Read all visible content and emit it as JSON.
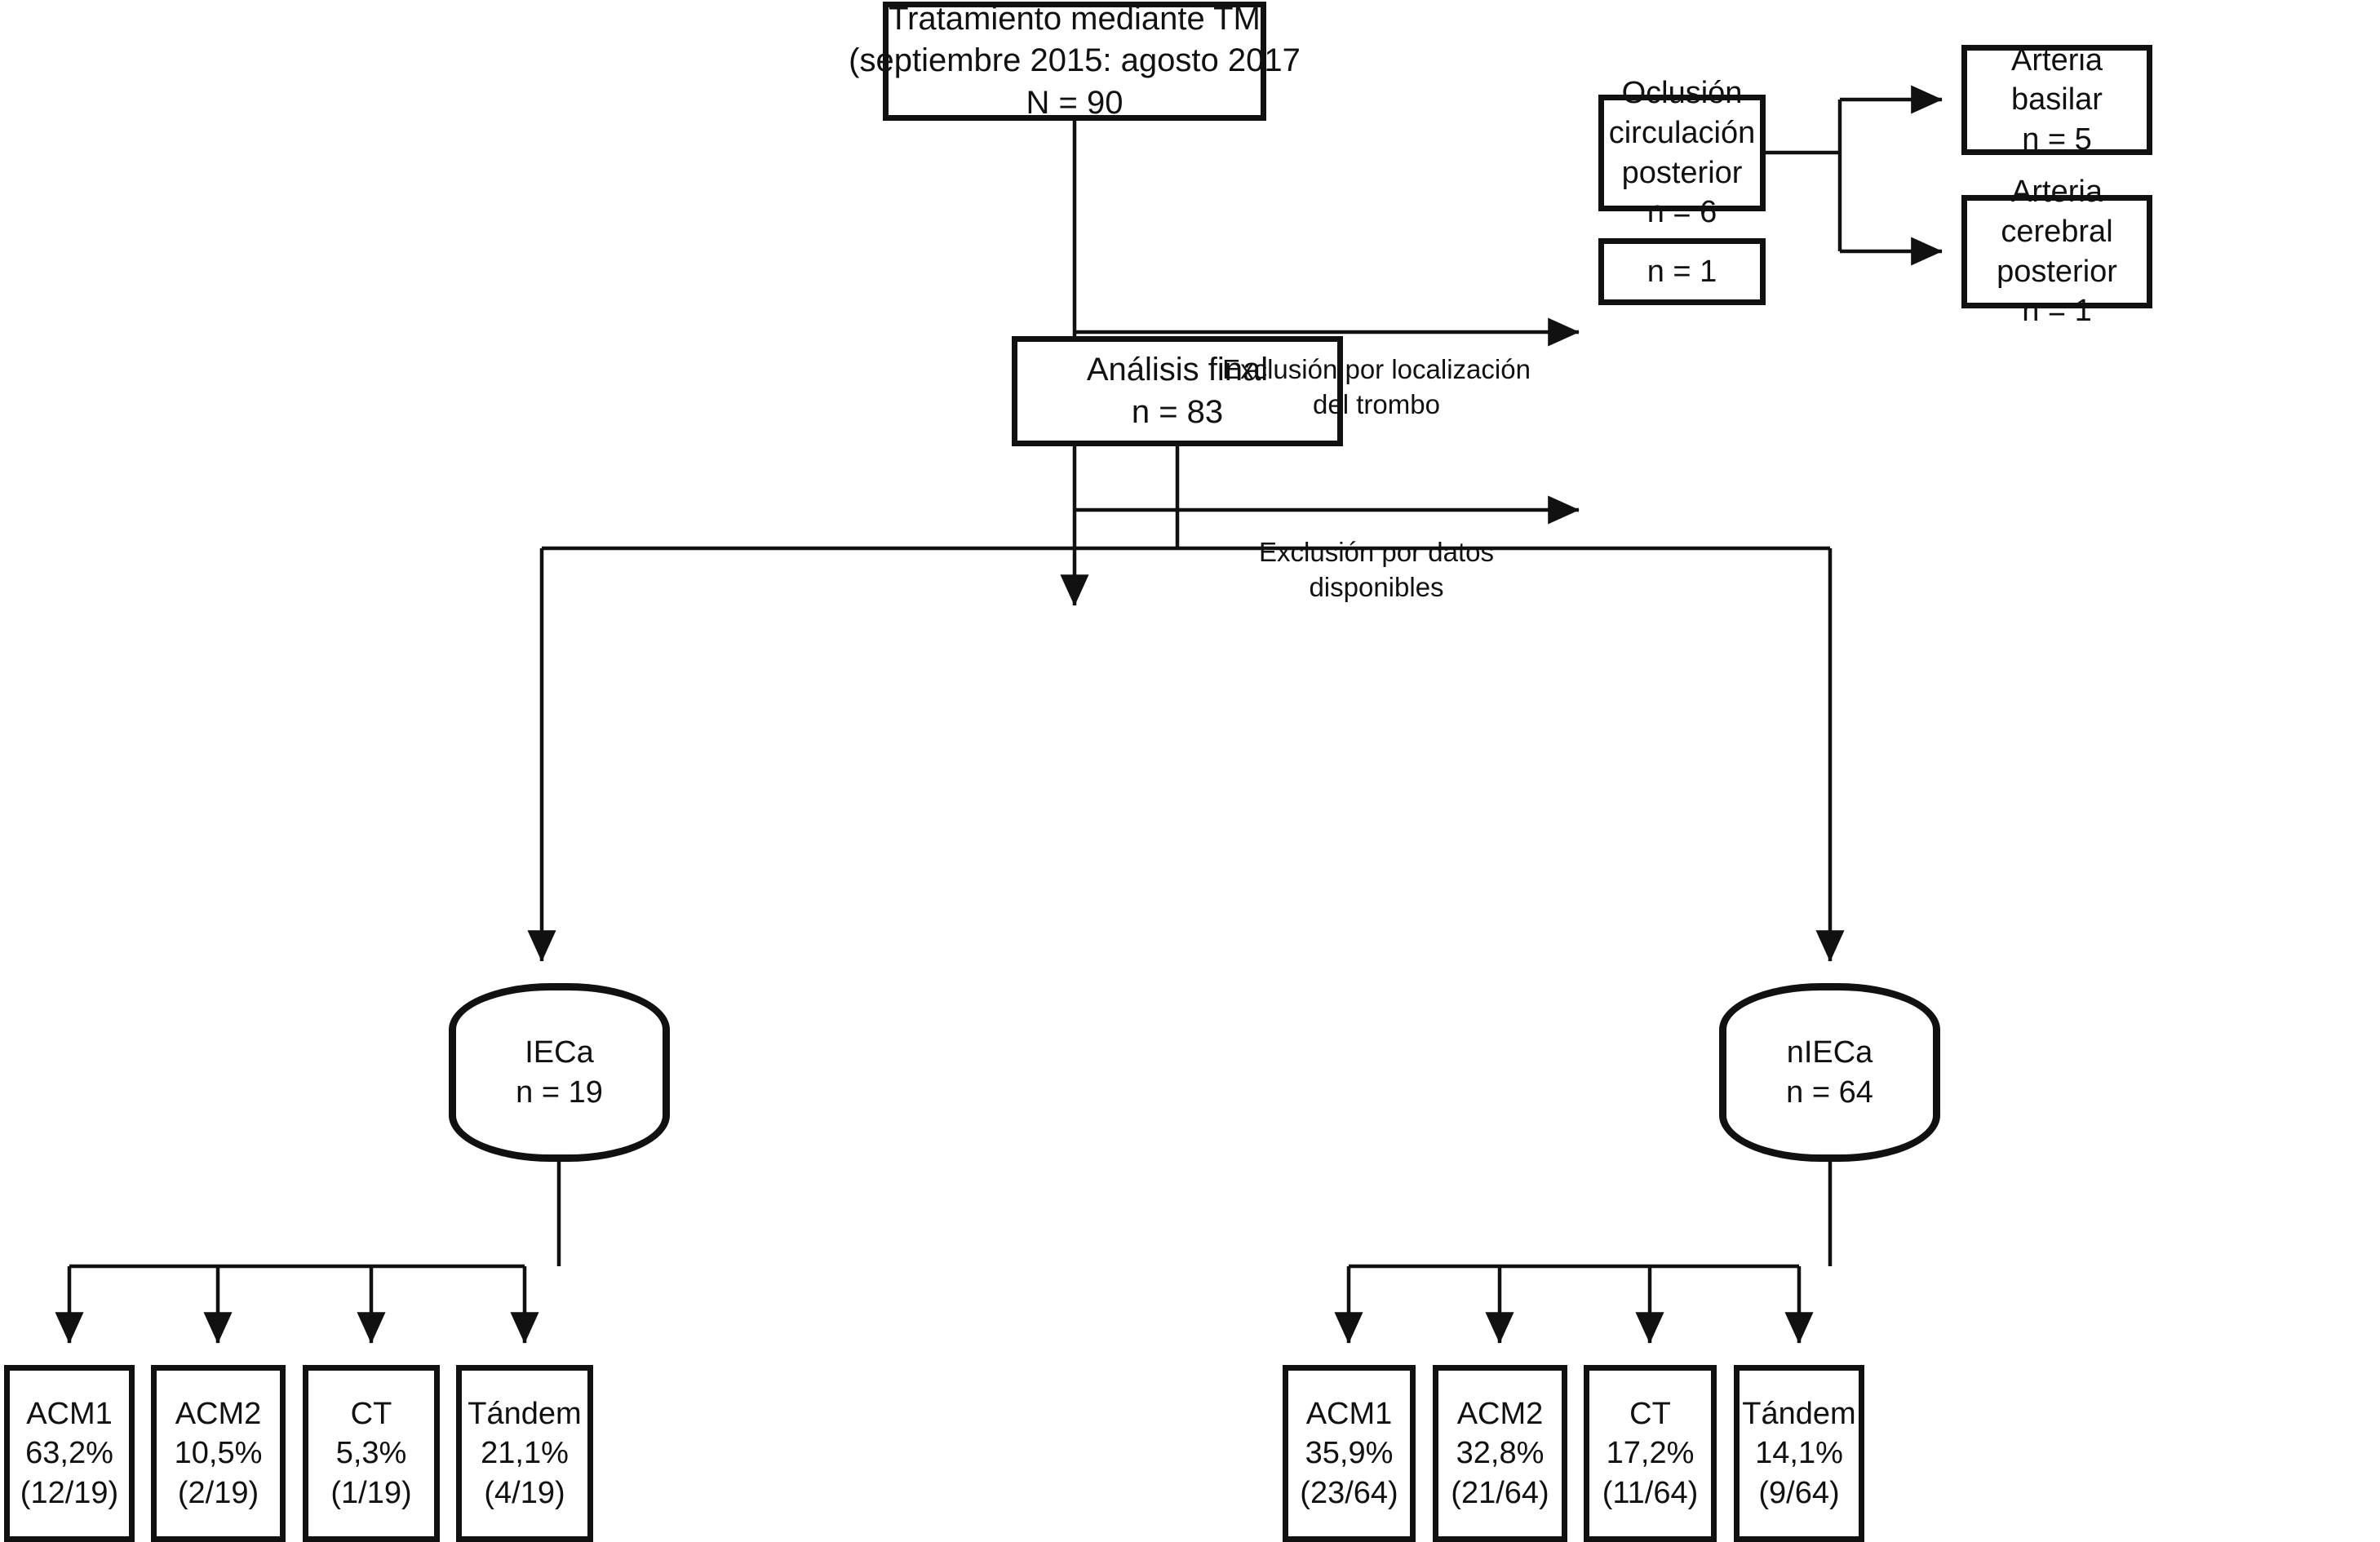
{
  "figure": {
    "type": "flowchart",
    "language": "es",
    "title": "",
    "background_color": "#ffffff",
    "stroke_color": "#111111"
  },
  "nodes": {
    "root": {
      "shape": "rectangle",
      "lines": [
        "Tratamiento mediante TM",
        "(septiembre 2015: agosto 2017",
        "N = 90"
      ],
      "line1": "Tratamiento mediante TM",
      "line2": "(septiembre 2015: agosto 2017",
      "line3": "N = 90",
      "count": 90
    },
    "occlusion_posterior": {
      "shape": "rectangle",
      "line1": "Oclusión",
      "line2": "circulación",
      "line3": "posterior",
      "line4": "n = 6",
      "count": 6
    },
    "basilar": {
      "shape": "rectangle",
      "line1": "Arteria",
      "line2": "basilar",
      "line3": "n = 5",
      "count": 5
    },
    "cerebral_posterior": {
      "shape": "rectangle",
      "line1": "Arteria",
      "line2": "cerebral",
      "line3": "posterior",
      "line4": "n = 1",
      "count": 1
    },
    "excluded_data": {
      "shape": "rectangle",
      "line1": "n = 1",
      "count": 1
    },
    "final_analysis": {
      "shape": "rectangle",
      "line1": "Análisis final",
      "line2": "n = 83",
      "count": 83
    },
    "ieca": {
      "shape": "rounded-rectangle",
      "line1": "IECa",
      "line2": "n = 19",
      "count": 19
    },
    "nieca": {
      "shape": "rounded-rectangle",
      "line1": "nIECa",
      "line2": "n = 64",
      "count": 64
    }
  },
  "edge_labels": {
    "exclusion_location": {
      "line1": "Exclusión por localización",
      "line2": "del trombo"
    },
    "exclusion_data": {
      "line1": "Exclusión por datos",
      "line2": "disponibles"
    }
  },
  "leaves": [
    {
      "group": "IECa",
      "label": "ACM1",
      "percent": "63,2%",
      "fraction": "(12/19)",
      "numerator": 12,
      "denominator": 19,
      "value": 63.2
    },
    {
      "group": "IECa",
      "label": "ACM2",
      "percent": "10,5%",
      "fraction": "(2/19)",
      "numerator": 2,
      "denominator": 19,
      "value": 10.5
    },
    {
      "group": "IECa",
      "label": "CT",
      "percent": "5,3%",
      "fraction": "(1/19)",
      "numerator": 1,
      "denominator": 19,
      "value": 5.3
    },
    {
      "group": "IECa",
      "label": "Tándem",
      "percent": "21,1%",
      "fraction": "(4/19)",
      "numerator": 4,
      "denominator": 19,
      "value": 21.1
    },
    {
      "group": "nIECa",
      "label": "ACM1",
      "percent": "35,9%",
      "fraction": "(23/64)",
      "numerator": 23,
      "denominator": 64,
      "value": 35.9
    },
    {
      "group": "nIECa",
      "label": "ACM2",
      "percent": "32,8%",
      "fraction": "(21/64)",
      "numerator": 21,
      "denominator": 64,
      "value": 32.8
    },
    {
      "group": "nIECa",
      "label": "CT",
      "percent": "17,2%",
      "fraction": "(11/64)",
      "numerator": 11,
      "denominator": 64,
      "value": 17.2
    },
    {
      "group": "nIECa",
      "label": "Tándem",
      "percent": "14,1%",
      "fraction": "(9/64)",
      "numerator": 9,
      "denominator": 64,
      "value": 14.1
    }
  ]
}
